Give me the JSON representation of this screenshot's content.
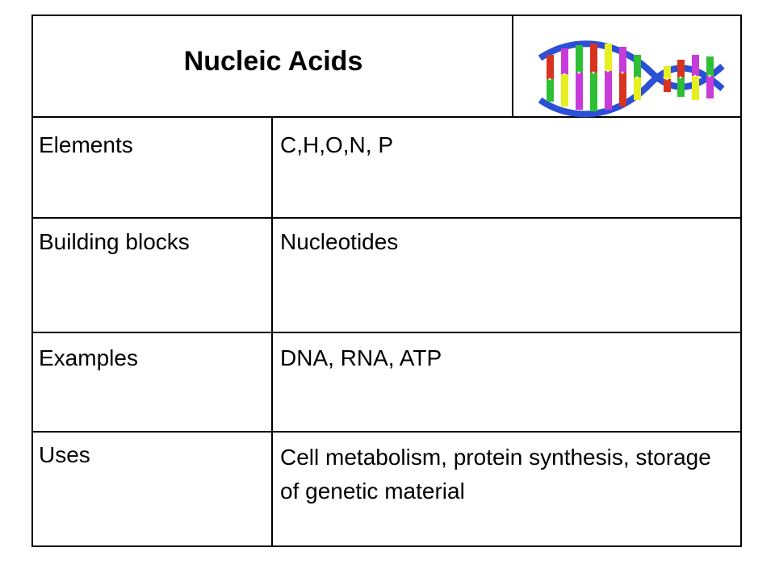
{
  "table": {
    "title": "Nucleic Acids",
    "rows": [
      {
        "label": "Elements",
        "value": "C,H,O,N, P"
      },
      {
        "label": "Building blocks",
        "value": "Nucleotides"
      },
      {
        "label": "Examples",
        "value": "DNA, RNA, ATP"
      },
      {
        "label": "Uses",
        "value": "Cell metabolism, protein synthesis, storage of genetic material"
      }
    ]
  },
  "image": {
    "icon": "dna-double-helix-icon",
    "colors": {
      "backbone": "#2b4fd6",
      "base_red": "#d8331f",
      "base_magenta": "#c83bd9",
      "base_green": "#2fbf35",
      "base_yellow": "#e6f01e"
    }
  }
}
